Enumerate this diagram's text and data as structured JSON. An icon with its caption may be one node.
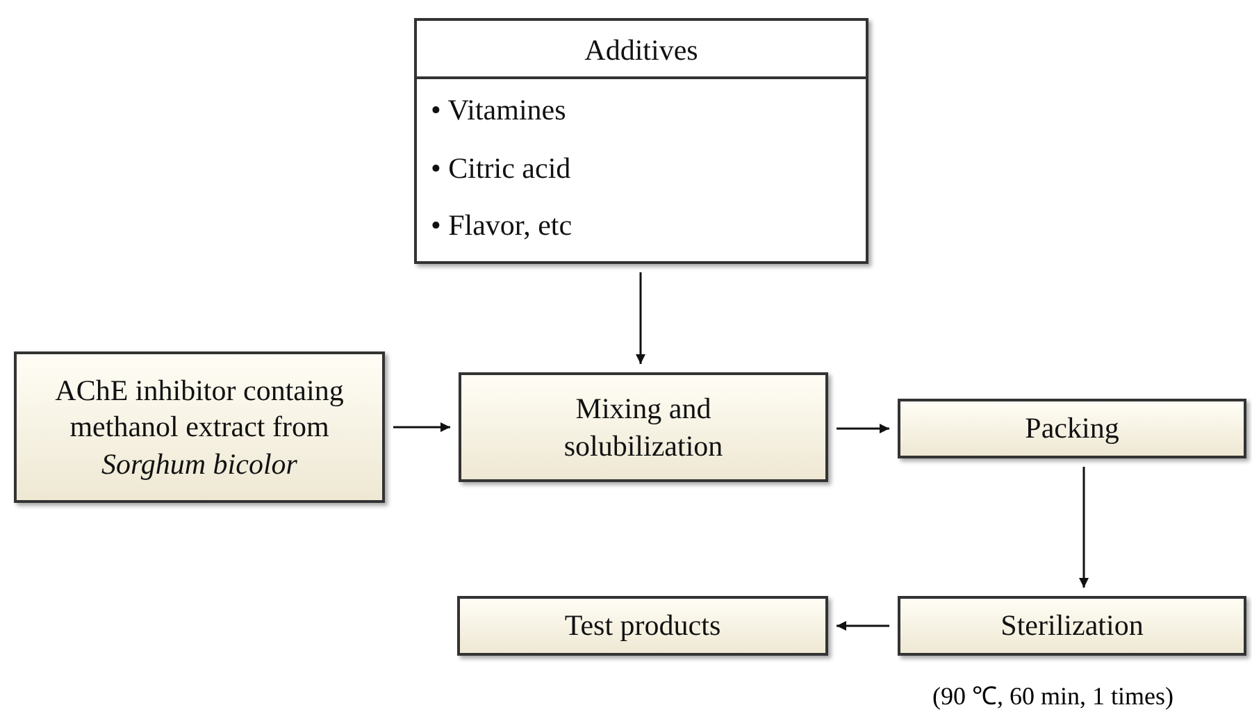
{
  "diagram": {
    "nodes": [
      {
        "text": [
          "Additives",
          "• Vitamines",
          "• Citric acid",
          "• Flavor, etc"
        ]
      },
      {
        "text": [
          "AChE inhibitor containg methanol extract from *Sorghum bicolor*"
        ]
      },
      {
        "text": [
          "Mixing and solubilization"
        ]
      },
      {
        "text": [
          "Packing"
        ]
      },
      {
        "text": [
          "Sterilization"
        ],
        "beside": [
          "(90 ℃, 60 min, 1 times)"
        ]
      },
      {
        "text": [
          "Test products"
        ]
      }
    ],
    "edges": [
      {
        "from": 0,
        "to": 2,
        "arrow": "to"
      },
      {
        "from": 1,
        "to": 2,
        "arrow": "to"
      },
      {
        "from": 2,
        "to": 3,
        "arrow": "to"
      },
      {
        "from": 3,
        "to": 4,
        "arrow": "to"
      },
      {
        "from": 4,
        "to": 5,
        "arrow": "to"
      }
    ]
  }
}
